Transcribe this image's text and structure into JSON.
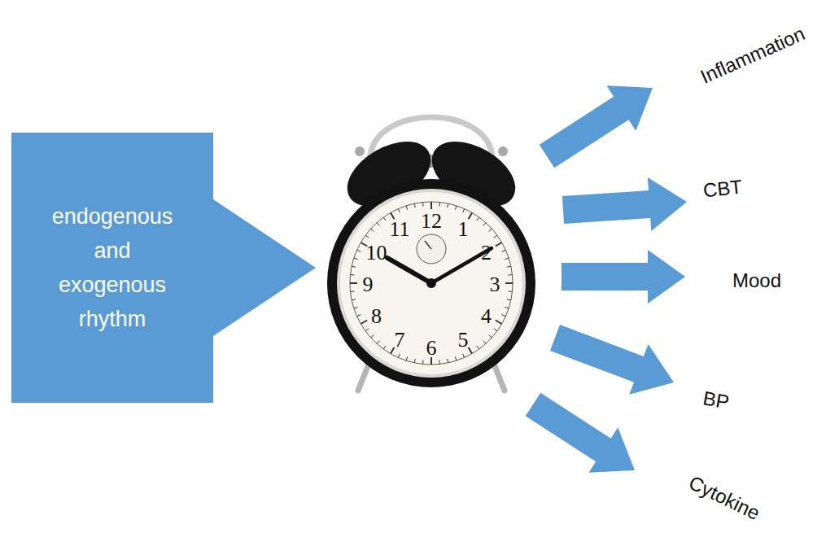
{
  "diagram": {
    "nodes": [
      {
        "text": [
          "endogenous and exogenous rhythm"
        ]
      }
    ],
    "labels": [
      "Inflammation",
      "CBT",
      "Mood",
      "BP",
      "Cytokine",
      "12",
      "1",
      "2",
      "3",
      "4",
      "5",
      "6",
      "7",
      "8",
      "9",
      "10",
      "11"
    ]
  }
}
